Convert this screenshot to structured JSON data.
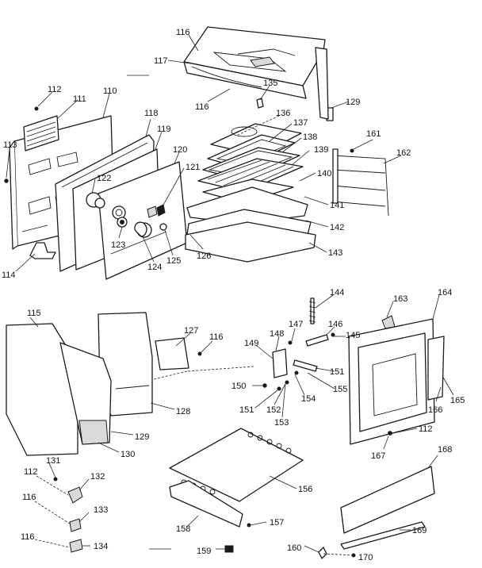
{
  "callouts": [
    {
      "id": "116a",
      "text": "116"
    },
    {
      "id": "117",
      "text": "117"
    },
    {
      "id": "116b",
      "text": "116"
    },
    {
      "id": "135",
      "text": "135"
    },
    {
      "id": "129a",
      "text": "129"
    },
    {
      "id": "112a",
      "text": "112"
    },
    {
      "id": "111",
      "text": "111"
    },
    {
      "id": "110",
      "text": "110"
    },
    {
      "id": "118",
      "text": "118"
    },
    {
      "id": "119",
      "text": "119"
    },
    {
      "id": "120",
      "text": "120"
    },
    {
      "id": "113",
      "text": "113"
    },
    {
      "id": "121",
      "text": "121"
    },
    {
      "id": "122",
      "text": "122"
    },
    {
      "id": "136",
      "text": "136"
    },
    {
      "id": "137",
      "text": "137"
    },
    {
      "id": "138",
      "text": "138"
    },
    {
      "id": "139",
      "text": "139"
    },
    {
      "id": "140",
      "text": "140"
    },
    {
      "id": "141",
      "text": "141"
    },
    {
      "id": "142",
      "text": "142"
    },
    {
      "id": "143",
      "text": "143"
    },
    {
      "id": "161",
      "text": "161"
    },
    {
      "id": "162",
      "text": "162"
    },
    {
      "id": "123",
      "text": "123"
    },
    {
      "id": "124",
      "text": "124"
    },
    {
      "id": "125",
      "text": "125"
    },
    {
      "id": "126",
      "text": "126"
    },
    {
      "id": "114",
      "text": "114"
    },
    {
      "id": "115",
      "text": "115"
    },
    {
      "id": "127",
      "text": "127"
    },
    {
      "id": "116c",
      "text": "116"
    },
    {
      "id": "128",
      "text": "128"
    },
    {
      "id": "129b",
      "text": "129"
    },
    {
      "id": "130",
      "text": "130"
    },
    {
      "id": "144",
      "text": "144"
    },
    {
      "id": "163",
      "text": "163"
    },
    {
      "id": "164",
      "text": "164"
    },
    {
      "id": "146",
      "text": "146"
    },
    {
      "id": "147",
      "text": "147"
    },
    {
      "id": "148",
      "text": "148"
    },
    {
      "id": "145",
      "text": "145"
    },
    {
      "id": "149",
      "text": "149"
    },
    {
      "id": "151a",
      "text": "151"
    },
    {
      "id": "150",
      "text": "150"
    },
    {
      "id": "155",
      "text": "155"
    },
    {
      "id": "154",
      "text": "154"
    },
    {
      "id": "151b",
      "text": "151"
    },
    {
      "id": "152",
      "text": "152"
    },
    {
      "id": "153",
      "text": "153"
    },
    {
      "id": "165",
      "text": "165"
    },
    {
      "id": "166",
      "text": "166"
    },
    {
      "id": "112b",
      "text": "112"
    },
    {
      "id": "167",
      "text": "167"
    },
    {
      "id": "131",
      "text": "131"
    },
    {
      "id": "112c",
      "text": "112"
    },
    {
      "id": "132",
      "text": "132"
    },
    {
      "id": "116d",
      "text": "116"
    },
    {
      "id": "133",
      "text": "133"
    },
    {
      "id": "156",
      "text": "156"
    },
    {
      "id": "168",
      "text": "168"
    },
    {
      "id": "157",
      "text": "157"
    },
    {
      "id": "158",
      "text": "158"
    },
    {
      "id": "116e",
      "text": "116"
    },
    {
      "id": "134",
      "text": "134"
    },
    {
      "id": "169",
      "text": "169"
    },
    {
      "id": "159",
      "text": "159"
    },
    {
      "id": "160",
      "text": "160"
    },
    {
      "id": "170",
      "text": "170"
    }
  ]
}
